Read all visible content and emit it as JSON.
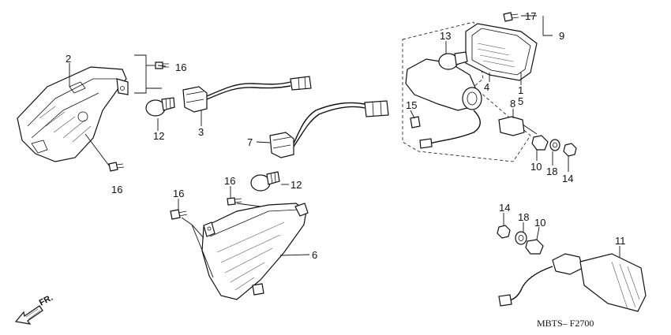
{
  "diagram": {
    "callouts": [
      "1",
      "2",
      "3",
      "4",
      "5",
      "6",
      "7",
      "8",
      "9",
      "10",
      "10",
      "11",
      "12",
      "12",
      "13",
      "14",
      "14",
      "15",
      "16",
      "16",
      "16",
      "16",
      "17",
      "18",
      "18"
    ],
    "drawing_code": "MBTS– F2700",
    "direction_label": "FR."
  }
}
